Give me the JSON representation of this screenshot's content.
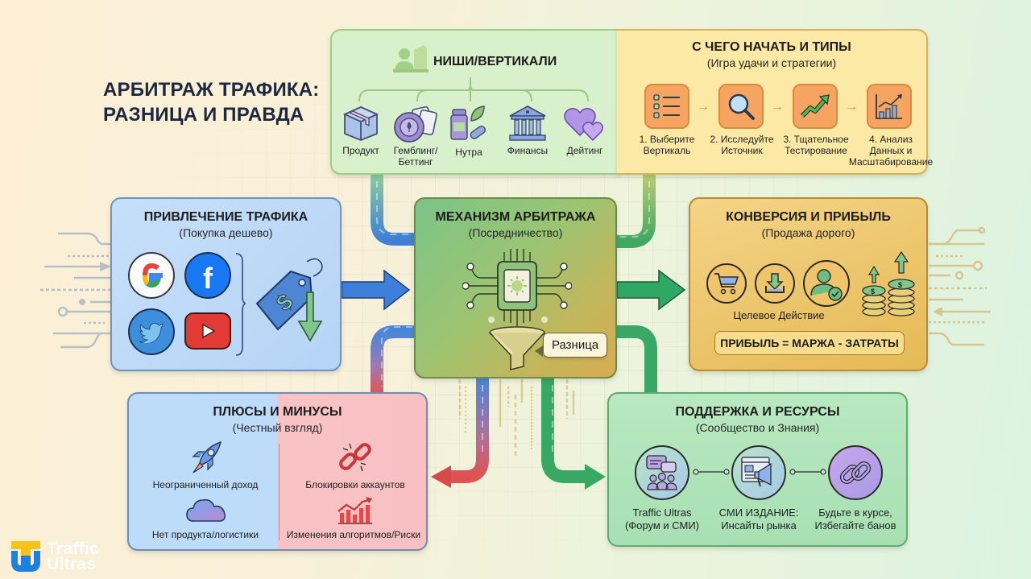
{
  "title": {
    "line1": "АРБИТРАЖ ТРАФИКА:",
    "line2": "РАЗНИЦА И ПРАВДА"
  },
  "niches": {
    "title": "НИШИ/ВЕРТИКАЛИ",
    "icon": "person-niche-icon",
    "items": [
      {
        "label": "Продукт",
        "icon": "box-icon"
      },
      {
        "label": "Гемблинг/\nБеттинг",
        "label_line1": "Гемблинг/",
        "label_line2": "Беттинг",
        "icon": "casino-chip-cards-icon"
      },
      {
        "label": "Нутра",
        "icon": "supplement-bottle-icon"
      },
      {
        "label": "Финансы",
        "icon": "bank-icon"
      },
      {
        "label": "Дейтинг",
        "icon": "hearts-icon"
      }
    ]
  },
  "start": {
    "title": "С ЧЕГО НАЧАТЬ И ТИПЫ",
    "subtitle": "(Игра удачи и стратегии)",
    "steps": [
      {
        "line1": "1. Выберите",
        "line2": "Вертикаль",
        "line3": "",
        "icon": "list-icon"
      },
      {
        "line1": "2. Исследуйте",
        "line2": "Источник",
        "line3": "",
        "icon": "magnifier-icon"
      },
      {
        "line1": "3. Тщательное",
        "line2": "Тестирование",
        "line3": "",
        "icon": "trend-up-icon"
      },
      {
        "line1": "4. Анализ",
        "line2": "Данных и",
        "line3": "Масштабирование",
        "icon": "bar-chart-icon"
      }
    ]
  },
  "traffic": {
    "title": "ПРИВЛЕЧЕНИЕ ТРАФИКА",
    "subtitle": "(Покупка дешево)",
    "sources": [
      "google-icon",
      "facebook-icon",
      "twitter-icon",
      "youtube-icon"
    ],
    "tag_icon": "price-tag-down-icon"
  },
  "mechanism": {
    "title": "МЕХАНИЗМ АРБИТРАЖА",
    "subtitle": "(Посредничество)",
    "callout": "Разница",
    "icons": [
      "chip-icon",
      "funnel-icon"
    ]
  },
  "conversion": {
    "title": "КОНВЕРСИЯ И ПРИБЫЛЬ",
    "subtitle": "(Продажа дорого)",
    "action_label": "Целевое Действие",
    "formula": "ПРИБЫЛЬ = МАРЖА - ЗАТРАТЫ",
    "icons": [
      "cart-icon",
      "download-icon",
      "user-check-icon",
      "coins-growth-icon"
    ]
  },
  "pros_cons": {
    "title": "ПЛЮСЫ И МИНУСЫ",
    "subtitle": "(Честный взгляд)",
    "pros": [
      {
        "label": "Неограниченный доход",
        "icon": "rocket-icon"
      },
      {
        "label": "Нет продукта/логистики",
        "icon": "cloud-icon"
      }
    ],
    "cons": [
      {
        "label": "Блокировки аккаунтов",
        "icon": "broken-chain-icon"
      },
      {
        "label": "Изменения алгоритмов/Риски",
        "icon": "risk-chart-icon"
      }
    ]
  },
  "support": {
    "title": "ПОДДЕРЖКА И РЕСУРСЫ",
    "subtitle": "(Сообщество и Знания)",
    "items": [
      {
        "line1": "Traffic Ultras",
        "line2": "(Форум и СМИ)",
        "icon": "community-chat-icon"
      },
      {
        "line1": "СМИ ИЗДАНИЕ:",
        "line2": "Инсайты рынка",
        "icon": "news-megaphone-icon"
      },
      {
        "line1": "Будьте в курсе,",
        "line2": "Избегайте банов",
        "icon": "link-icon"
      }
    ]
  },
  "brand": {
    "line1": "Traffic",
    "line2": "Ultras"
  },
  "colors": {
    "blue": "#3b7fd6",
    "green": "#3aa865",
    "red": "#d84a4a",
    "gold": "#d9ad4f",
    "title": "#1c2740"
  }
}
